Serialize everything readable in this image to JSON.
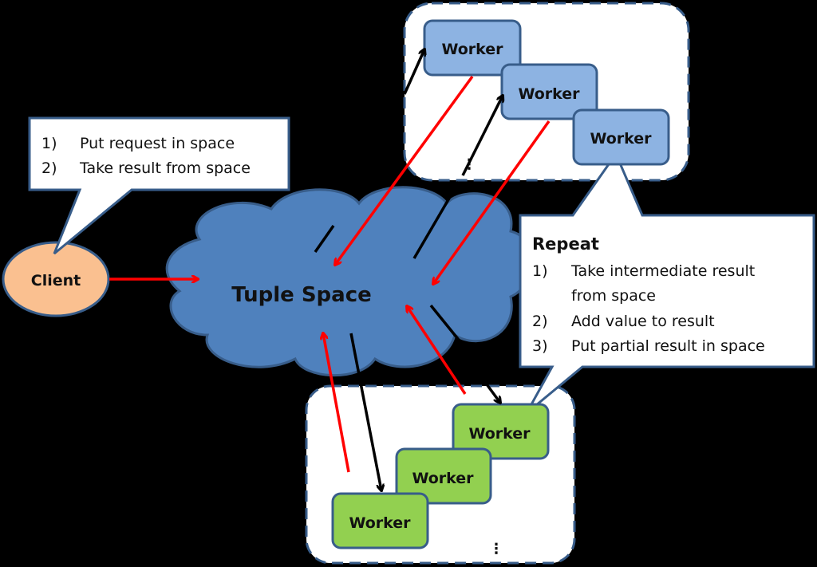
{
  "colors": {
    "background": "#000000",
    "cloud": "#4f81bd",
    "cloud_stroke": "#385d8a",
    "worker_blue": "#8db3e2",
    "worker_green": "#92d050",
    "client": "#fac090",
    "put_arrow": "#ff0000",
    "take_arrow": "#000000",
    "group_border": "#385d8a"
  },
  "client": {
    "label": "Client"
  },
  "tuple_space": {
    "label": "Tuple Space"
  },
  "client_callout": {
    "items": [
      {
        "num": "1)",
        "text": "Put request in space"
      },
      {
        "num": "2)",
        "text": "Take result from space"
      }
    ]
  },
  "worker_callout": {
    "heading": "Repeat",
    "items": [
      {
        "num": "1)",
        "text": "Take intermediate result",
        "cont": "from space"
      },
      {
        "num": "2)",
        "text": "Add value to result"
      },
      {
        "num": "3)",
        "text": "Put partial result in space"
      }
    ]
  },
  "top_group": {
    "workers": [
      {
        "label": "Worker"
      },
      {
        "label": "Worker"
      },
      {
        "label": "Worker"
      }
    ],
    "ellipsis": "⋮"
  },
  "bottom_group": {
    "workers": [
      {
        "label": "Worker"
      },
      {
        "label": "Worker"
      },
      {
        "label": "Worker"
      }
    ],
    "ellipsis": "⋮"
  }
}
